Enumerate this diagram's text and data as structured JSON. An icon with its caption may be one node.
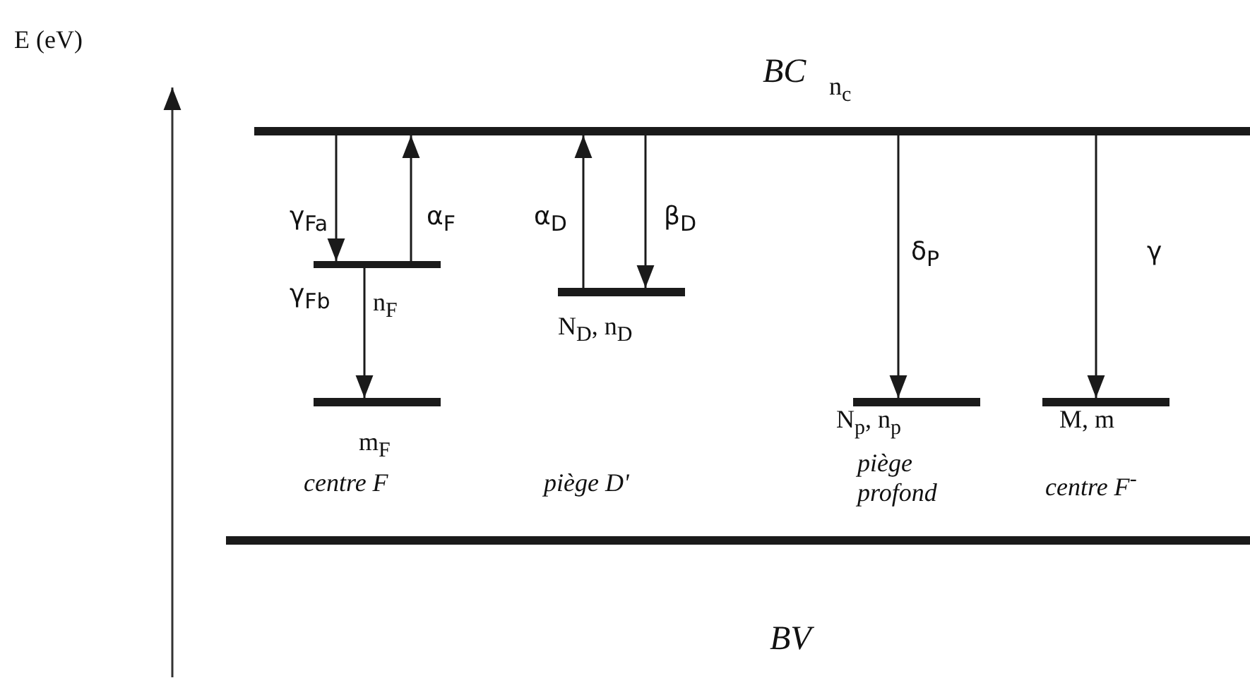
{
  "diagram": {
    "nodes": [
      {
        "text": [
          "BC"
        ],
        "beside": [
          "n$_{c}$"
        ]
      },
      {
        "text": [
          "n$_{F}$"
        ]
      },
      {
        "text": [
          "m$_{F}$"
        ]
      },
      {
        "text": [
          "N$_{D}$, n$_{D}$"
        ]
      },
      {
        "text": [
          "N$_{p}$, n$_{p}$"
        ]
      },
      {
        "text": [
          "M, m"
        ]
      },
      {
        "text": [
          "BV"
        ]
      }
    ],
    "edges": [
      {
        "from": 0,
        "to": 1,
        "arrow": "to",
        "label": "γ$_{Fa}$"
      },
      {
        "from": 1,
        "to": 0,
        "arrow": "to",
        "label": "α$_{F}$"
      },
      {
        "from": 1,
        "to": 2,
        "arrow": "to",
        "label": "γ$_{Fb}$"
      },
      {
        "from": 3,
        "to": 0,
        "arrow": "to",
        "label": "α$_{D}$"
      },
      {
        "from": 0,
        "to": 3,
        "arrow": "to",
        "label": "β$_{D}$"
      },
      {
        "from": 0,
        "to": 4,
        "arrow": "to",
        "label": "δ$_{P}$"
      },
      {
        "from": 0,
        "to": 5,
        "arrow": "to",
        "label": "γ"
      }
    ],
    "labels": [
      "E (eV)",
      "centre F",
      "piège D'",
      "piège profond",
      "centre F$^{-}$"
    ]
  }
}
